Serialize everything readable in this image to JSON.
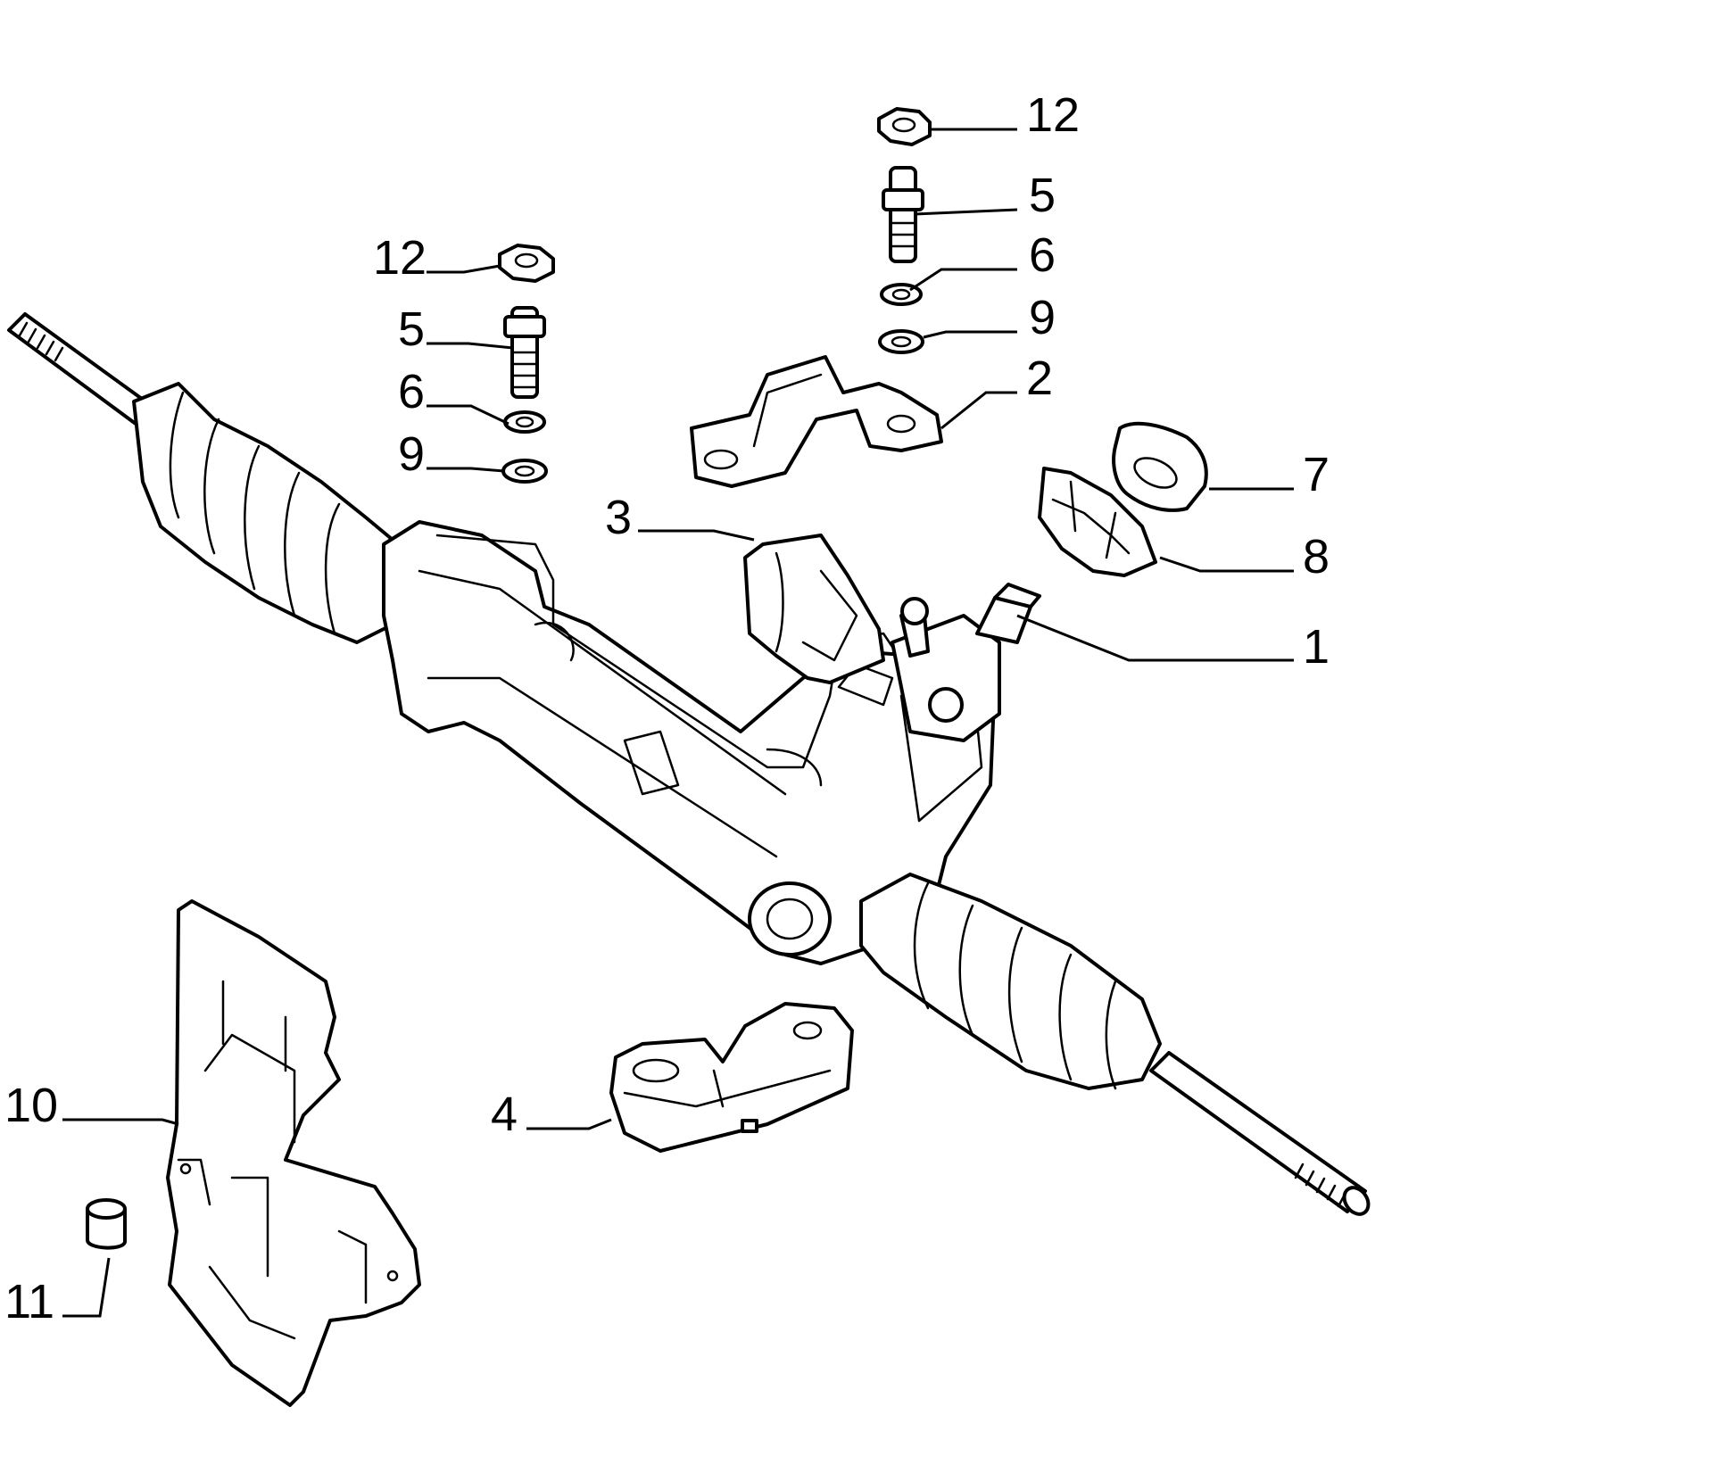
{
  "diagram": {
    "callouts": [
      {
        "id": "c1",
        "label": "1"
      },
      {
        "id": "c2",
        "label": "2"
      },
      {
        "id": "c3",
        "label": "3"
      },
      {
        "id": "c4",
        "label": "4"
      },
      {
        "id": "c5a",
        "label": "5"
      },
      {
        "id": "c5b",
        "label": "5"
      },
      {
        "id": "c6a",
        "label": "6"
      },
      {
        "id": "c6b",
        "label": "6"
      },
      {
        "id": "c7",
        "label": "7"
      },
      {
        "id": "c8",
        "label": "8"
      },
      {
        "id": "c9a",
        "label": "9"
      },
      {
        "id": "c9b",
        "label": "9"
      },
      {
        "id": "c10",
        "label": "10"
      },
      {
        "id": "c11",
        "label": "11"
      },
      {
        "id": "c12a",
        "label": "12"
      },
      {
        "id": "c12b",
        "label": "12"
      }
    ]
  }
}
